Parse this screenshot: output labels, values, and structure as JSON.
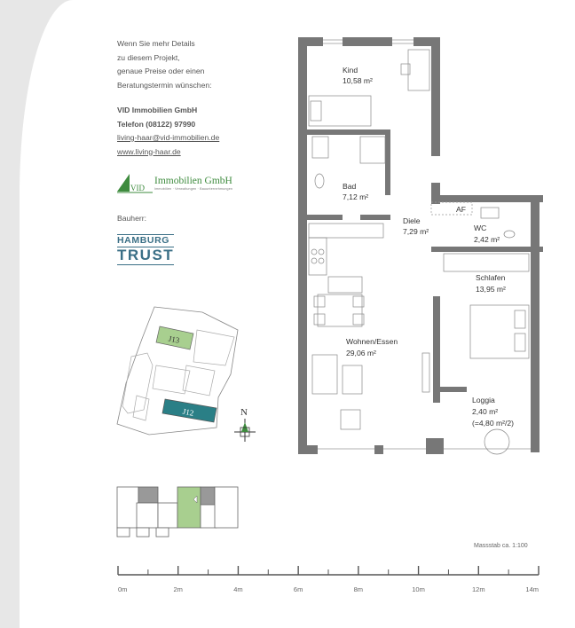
{
  "info_lines": [
    "Wenn Sie mehr Details",
    "zu diesem  Projekt,",
    "genaue Preise oder einen",
    "Beratungstermin wünschen:"
  ],
  "company": {
    "name": "VID Immobilien GmbH",
    "phone": "Telefon (08122) 97990",
    "email": "living-haar@vid-immobilien.de",
    "web": "www.living-haar.de"
  },
  "vid_logo": {
    "mark": "VID",
    "name": "Immobilien GmbH",
    "subline": "Immobilien · Verwaltungen · Bauunternehmungen",
    "color": "#3e8b3e"
  },
  "bauherr_label": "Bauherr:",
  "hamburg_trust": {
    "line1": "HAMBURG",
    "line2": "TRUST",
    "color": "#3a6f86"
  },
  "site_plan": {
    "building_j13": "J13",
    "building_j12": "J12",
    "north": "N",
    "j13_color": "#a8cf8f",
    "j12_color": "#2a7f86"
  },
  "rooms": [
    {
      "name": "Kind",
      "area": "10,58 m²"
    },
    {
      "name": "Bad",
      "area": "7,12 m²"
    },
    {
      "name": "Diele",
      "area": "7,29 m²"
    },
    {
      "name": "WC",
      "area": "2,42 m²"
    },
    {
      "name": "Schlafen",
      "area": "13,95 m²"
    },
    {
      "name": "Wohnen/Essen",
      "area": "29,06 m²"
    },
    {
      "name": "Loggia",
      "area": "2,40 m²",
      "note": "(=4,80 m²/2)"
    }
  ],
  "plan_marks": {
    "af": "AF"
  },
  "scale": {
    "label": "Massstab ca. 1:100",
    "ticks": [
      "0m",
      "2m",
      "4m",
      "6m",
      "8m",
      "10m",
      "12m",
      "14m"
    ]
  },
  "colors": {
    "wall": "#777777",
    "highlight": "#a8cf8f"
  }
}
